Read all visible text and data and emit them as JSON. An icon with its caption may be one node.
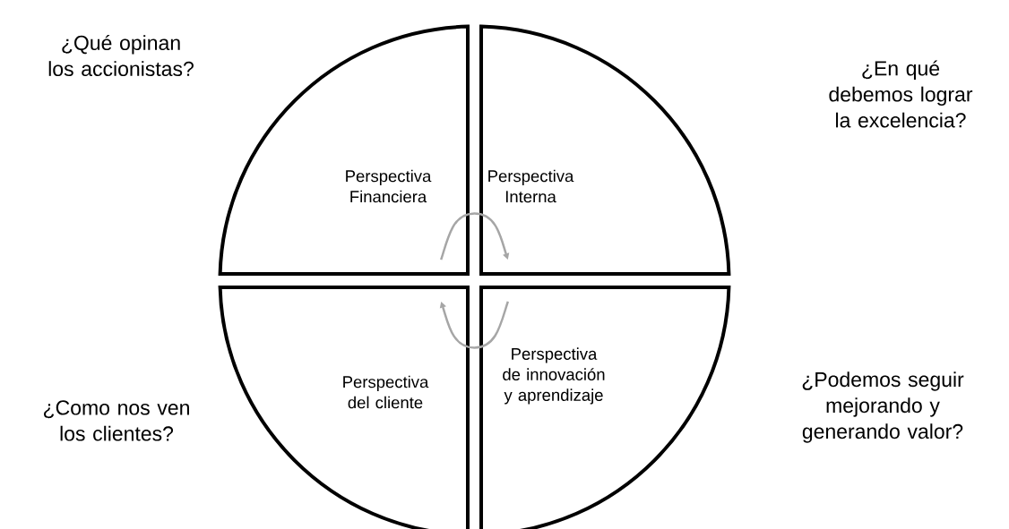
{
  "diagram": {
    "nodes": [
      {
        "text": [
          "Perspectiva Financiera"
        ],
        "beside": [
          "¿Qué opinan los accionistas?"
        ]
      },
      {
        "text": [
          "Perspectiva Interna"
        ]
      },
      {
        "text": [
          "Perspectiva del cliente"
        ],
        "beside": [
          "¿Como nos ven los clientes?"
        ]
      },
      {
        "text": [
          "Perspectiva de innovación y aprendizaje"
        ],
        "beside": [
          "¿Podemos seguir mejorando y generando valor?"
        ]
      }
    ],
    "edges": [
      {
        "from": 0,
        "to": 1,
        "arrow": "to"
      },
      {
        "from": 3,
        "to": 2,
        "arrow": "to"
      }
    ],
    "labels": [
      "¿En qué debemos lograr la excelencia?"
    ]
  }
}
